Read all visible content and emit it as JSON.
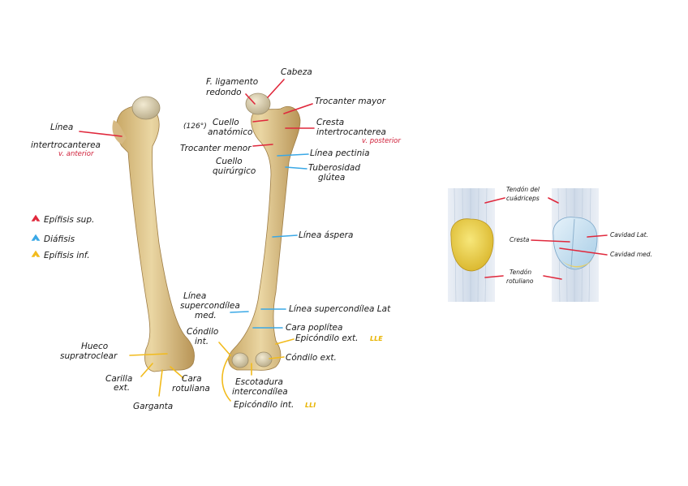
{
  "colors": {
    "red": "#e0283c",
    "blue": "#3aa8e6",
    "yellow": "#f2bb1c",
    "bone": "#e6cf9a",
    "bone_shadow": "#b8975a",
    "cartilage_yellow": "#efd64a",
    "cartilage_blue": "#c9e3f2"
  },
  "legend": [
    {
      "label": "Epífisis sup.",
      "color": "red"
    },
    {
      "label": "Diáfisis",
      "color": "blue"
    },
    {
      "label": "Epífisis inf.",
      "color": "yellow"
    }
  ],
  "labels": {
    "linea": "Línea",
    "intertrocanterea": "intertrocanterea",
    "v_anterior": "v. anterior",
    "f_ligamento": "F. ligamento",
    "redondo": "redondo",
    "cabeza": "Cabeza",
    "trocanter_mayor": "Trocanter mayor",
    "angle": "(126°)",
    "cuello": "Cuello",
    "anatomico": "anatómico",
    "cresta": "Cresta",
    "intertrocanterea2": "intertrocanterea",
    "v_posterior": "v. posterior",
    "trocanter_menor": "Trocanter menor",
    "linea_pectinia": "Línea pectinia",
    "cuello2": "Cuello",
    "quirurgico": "quirúrgico",
    "tuberosidad": "Tuberosidad",
    "glutea": "glútea",
    "linea_aspera": "Línea áspera",
    "linea_med_1": "Línea",
    "linea_med_2": "supercondílea",
    "linea_med_3": "med.",
    "linea_lat": "Línea supercondílea Lat",
    "cara_poplitea": "Cara poplítea",
    "condilo_int_1": "Cóndilo",
    "condilo_int_2": "int.",
    "epicondilo_ext": "Epicóndilo ext.",
    "lle": "LLE",
    "hueco_1": "Hueco",
    "hueco_2": "supratroclear",
    "condilo_ext": "Cóndilo ext.",
    "carilla_1": "Carilla",
    "carilla_2": "ext.",
    "cara_1": "Cara",
    "cara_2": "rotuliana",
    "escotadura_1": "Escotadura",
    "escotadura_2": "intercondílea",
    "garganta": "Garganta",
    "epicondilo_int": "Epicóndilo int.",
    "lli": "LLI",
    "tendon_del": "Tendón del",
    "cuadriceps": "cuádriceps",
    "cresta_r": "Cresta",
    "cavidad_lat": "Cavidad Lat.",
    "cavidad_med": "Cavidad med.",
    "tendon_rot_1": "Tendón",
    "tendon_rot_2": "rotuliano"
  }
}
